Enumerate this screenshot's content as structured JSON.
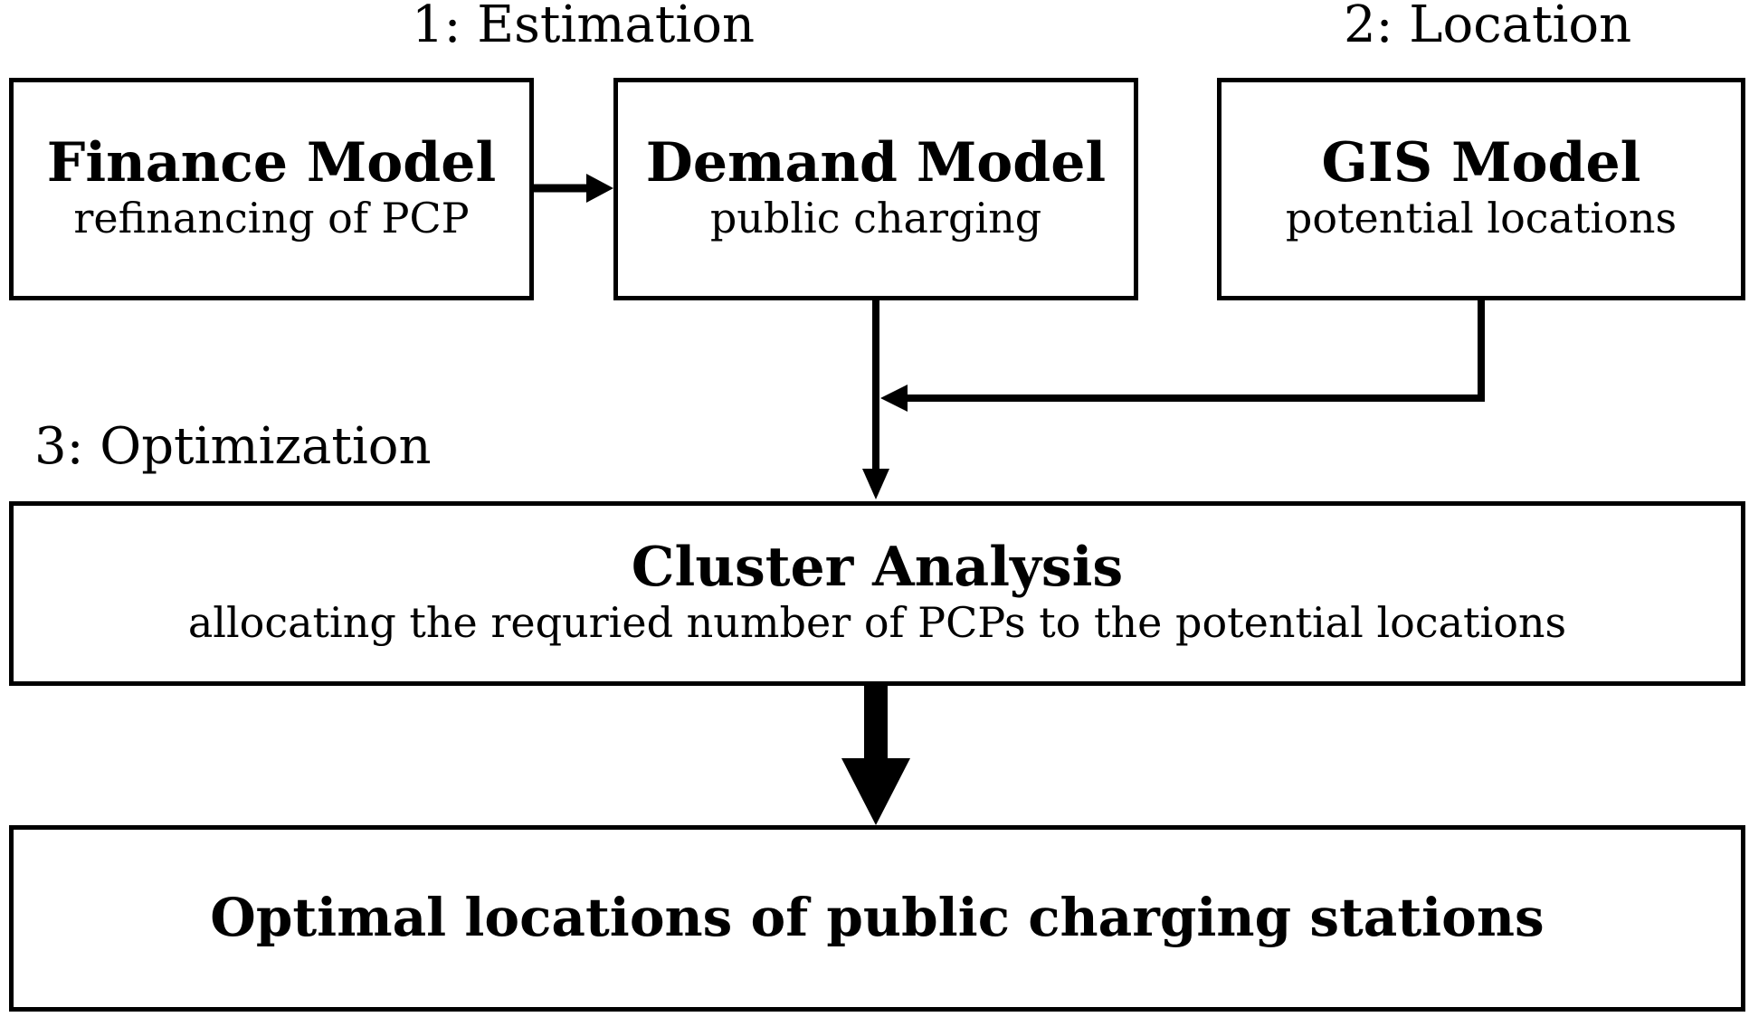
{
  "stages": {
    "estimation": "1: Estimation",
    "location": "2: Location",
    "optimization": "3: Optimization"
  },
  "boxes": {
    "finance": {
      "title": "Finance Model",
      "subtitle": "refinancing of PCP"
    },
    "demand": {
      "title": "Demand Model",
      "subtitle": "public charging"
    },
    "gis": {
      "title": "GIS Model",
      "subtitle": "potential locations"
    },
    "cluster": {
      "title": "Cluster Analysis",
      "subtitle": "allocating the requried number of PCPs to the potential locations"
    },
    "result": {
      "title": "Optimal locations of public charging stations"
    }
  },
  "colors": {
    "stroke": "#000000",
    "background": "#ffffff"
  }
}
